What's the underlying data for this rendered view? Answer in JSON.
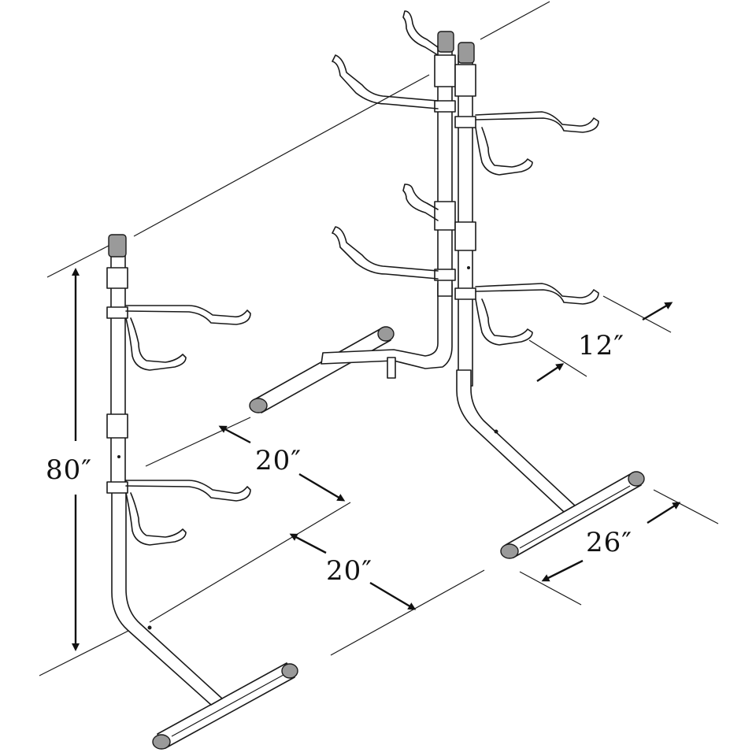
{
  "diagram": {
    "height_label": "80″",
    "spacing_label_upper": "20″",
    "spacing_label_lower": "20″",
    "base_width_label": "26″",
    "arm_length_label": "12″"
  },
  "colors": {
    "stroke": "#1a1a1a",
    "cap_fill": "#9a9a9a",
    "background": "#ffffff"
  }
}
